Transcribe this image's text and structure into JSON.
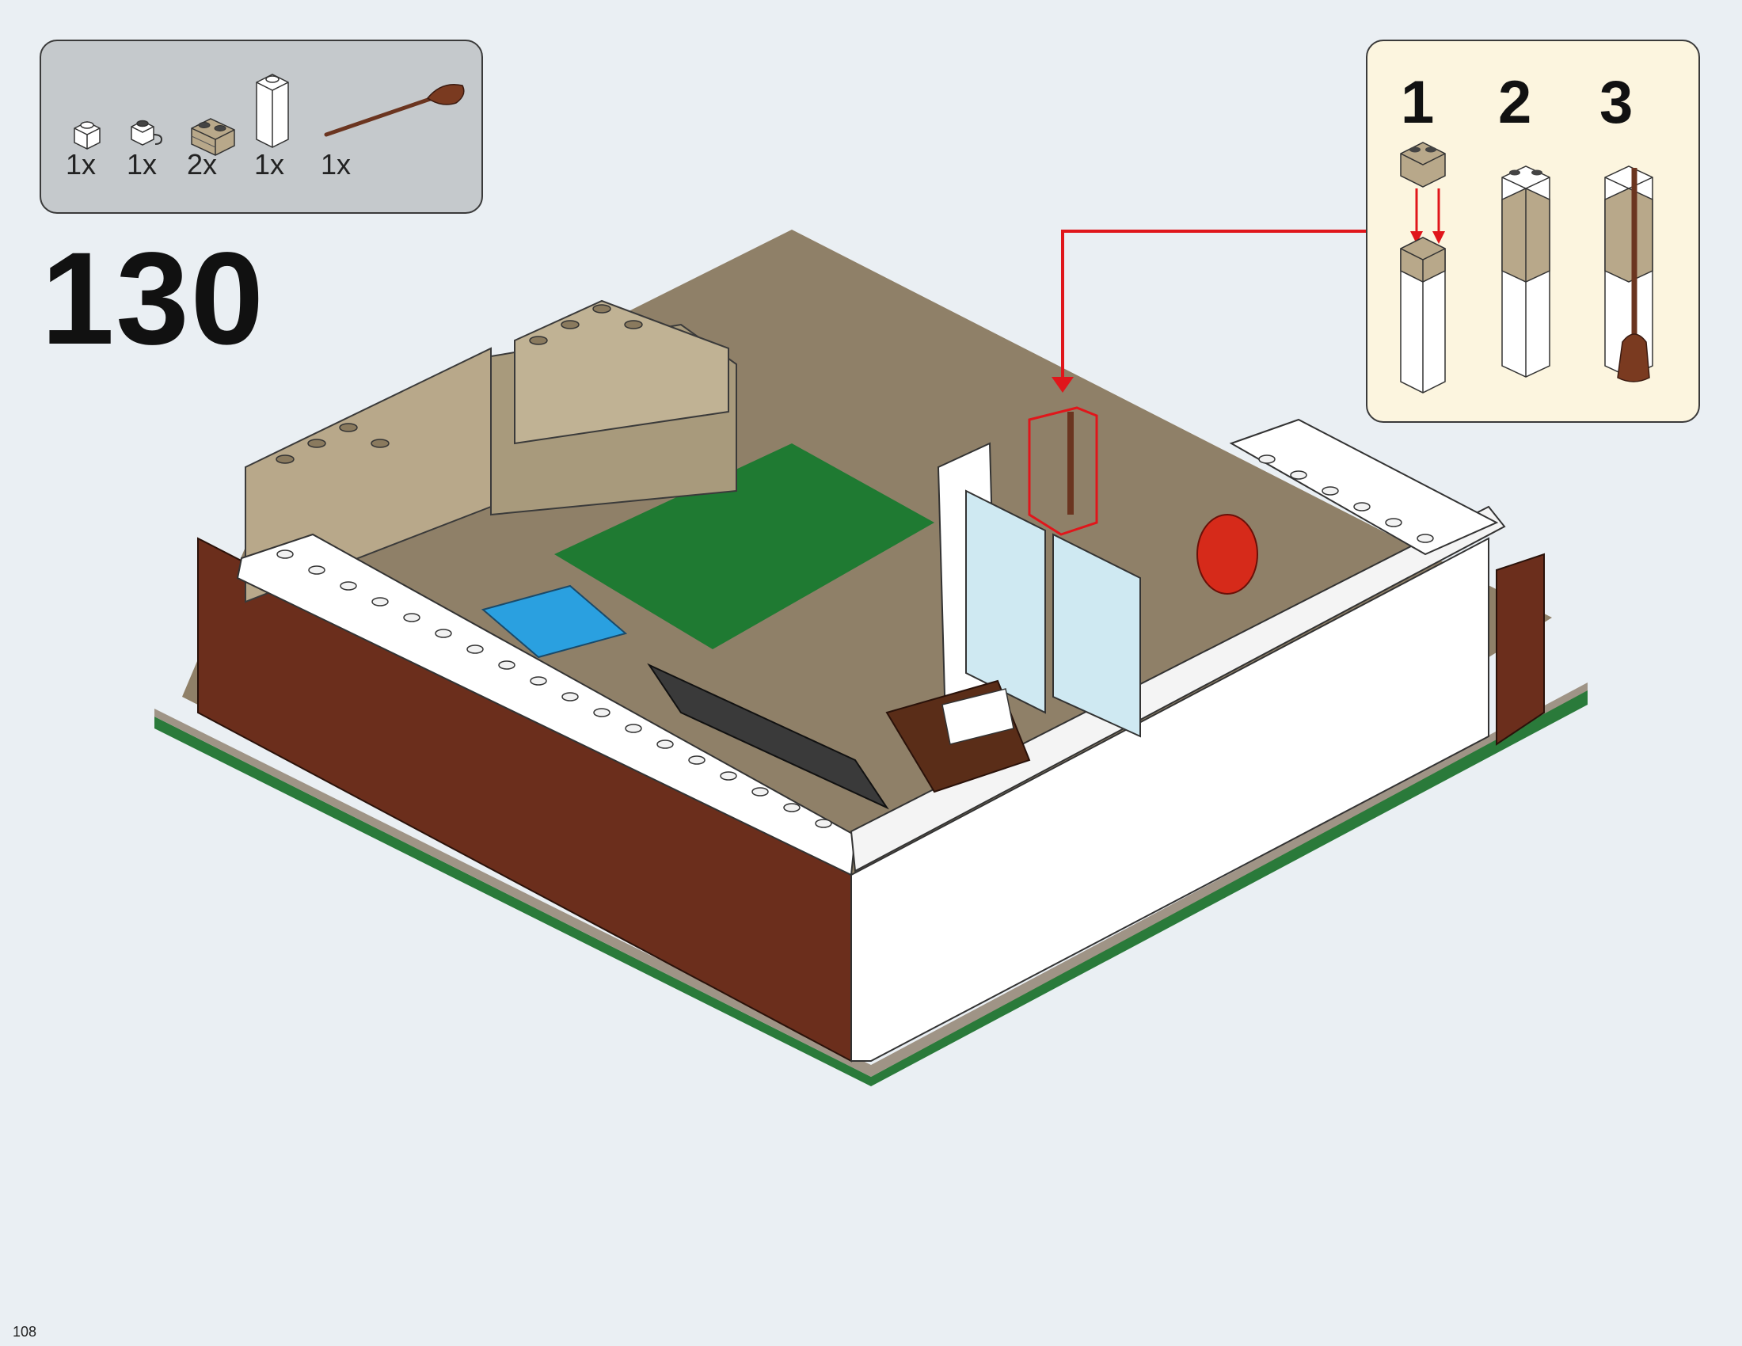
{
  "parts_list": {
    "items": [
      {
        "name": "white-plate-1x1-icon",
        "qty": "1x"
      },
      {
        "name": "white-clip-plate-icon",
        "qty": "1x"
      },
      {
        "name": "tan-masonry-brick-icon",
        "qty": "2x"
      },
      {
        "name": "white-brick-1x1x3-icon",
        "qty": "1x"
      },
      {
        "name": "brown-broom-icon",
        "qty": "1x"
      }
    ]
  },
  "step": {
    "number": "130"
  },
  "substeps": {
    "labels": [
      "1",
      "2",
      "3"
    ]
  },
  "page": {
    "number": "108"
  },
  "colors": {
    "background": "#eaeff3",
    "parts_box": "#c5c9cc",
    "substep_box": "#fcf5df",
    "callout_arrow": "#e0161b",
    "tan_brick": "#b8a88a",
    "reddish_brown": "#6b2e1c",
    "white_brick": "#ffffff",
    "baseplate_green": "#2a7a3a",
    "dark_tan_plate": "#8f8068"
  }
}
